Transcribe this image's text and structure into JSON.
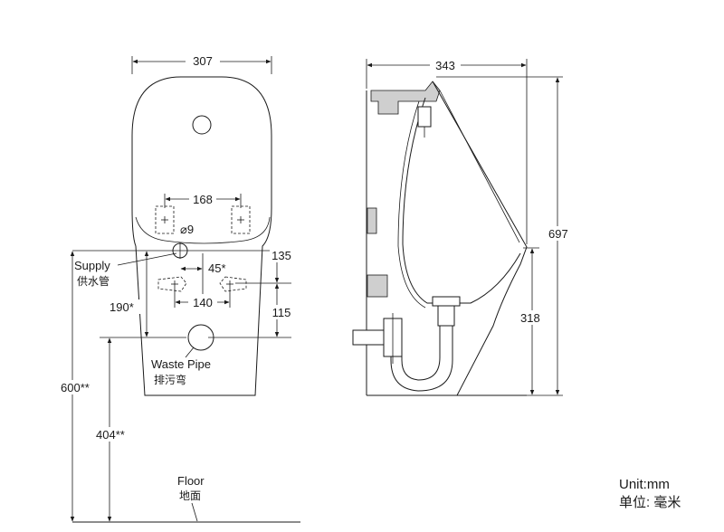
{
  "front_view": {
    "width": "307",
    "bracket_spacing": "168",
    "hole_diameter": "⌀9",
    "dim_135": "135",
    "offset_45": "45*",
    "spacing_140": "140",
    "dim_115": "115",
    "height_190": "190*",
    "height_600": "600**",
    "height_404": "404**",
    "supply_en": "Supply",
    "supply_cn": "供水管",
    "waste_en": "Waste Pipe",
    "waste_cn": "排污弯",
    "floor_en": "Floor",
    "floor_cn": "地面"
  },
  "side_view": {
    "depth": "343",
    "total_height": "697",
    "rim_height": "318"
  },
  "units": {
    "en": "Unit:mm",
    "cn": "单位: 毫米"
  }
}
